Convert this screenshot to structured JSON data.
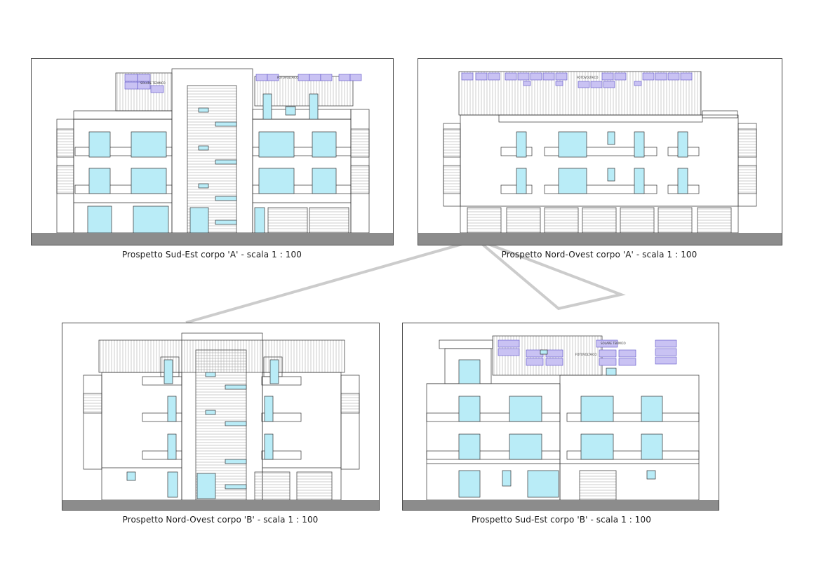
{
  "sheet": {
    "colors": {
      "line": "#333333",
      "glass": "#b9ecf7",
      "panel_solar": "#c9c2f3",
      "panel_solar_line": "#5a4fc7",
      "ground": "#8c8c8c",
      "connector": "#cccccc"
    }
  },
  "elevations": [
    {
      "id": "a-se",
      "caption": "Prospetto Sud-Est corpo 'A' - scala 1 : 100",
      "labels": {
        "solar_thermal": "SOLARE TERMICO",
        "photovoltaic": "FOTOVOLTAICO"
      }
    },
    {
      "id": "a-no",
      "caption": "Prospetto Nord-Ovest corpo 'A' - scala 1 : 100",
      "labels": {
        "photovoltaic": "FOTOVOLTAICO"
      }
    },
    {
      "id": "b-no",
      "caption": "Prospetto Nord-Ovest corpo 'B' - scala 1 : 100",
      "labels": {}
    },
    {
      "id": "b-se",
      "caption": "Prospetto Sud-Est corpo 'B' - scala 1 : 100",
      "labels": {
        "solar_thermal": "SOLARE TERMICO",
        "photovoltaic": "FOTOVOLTAICO"
      }
    }
  ]
}
